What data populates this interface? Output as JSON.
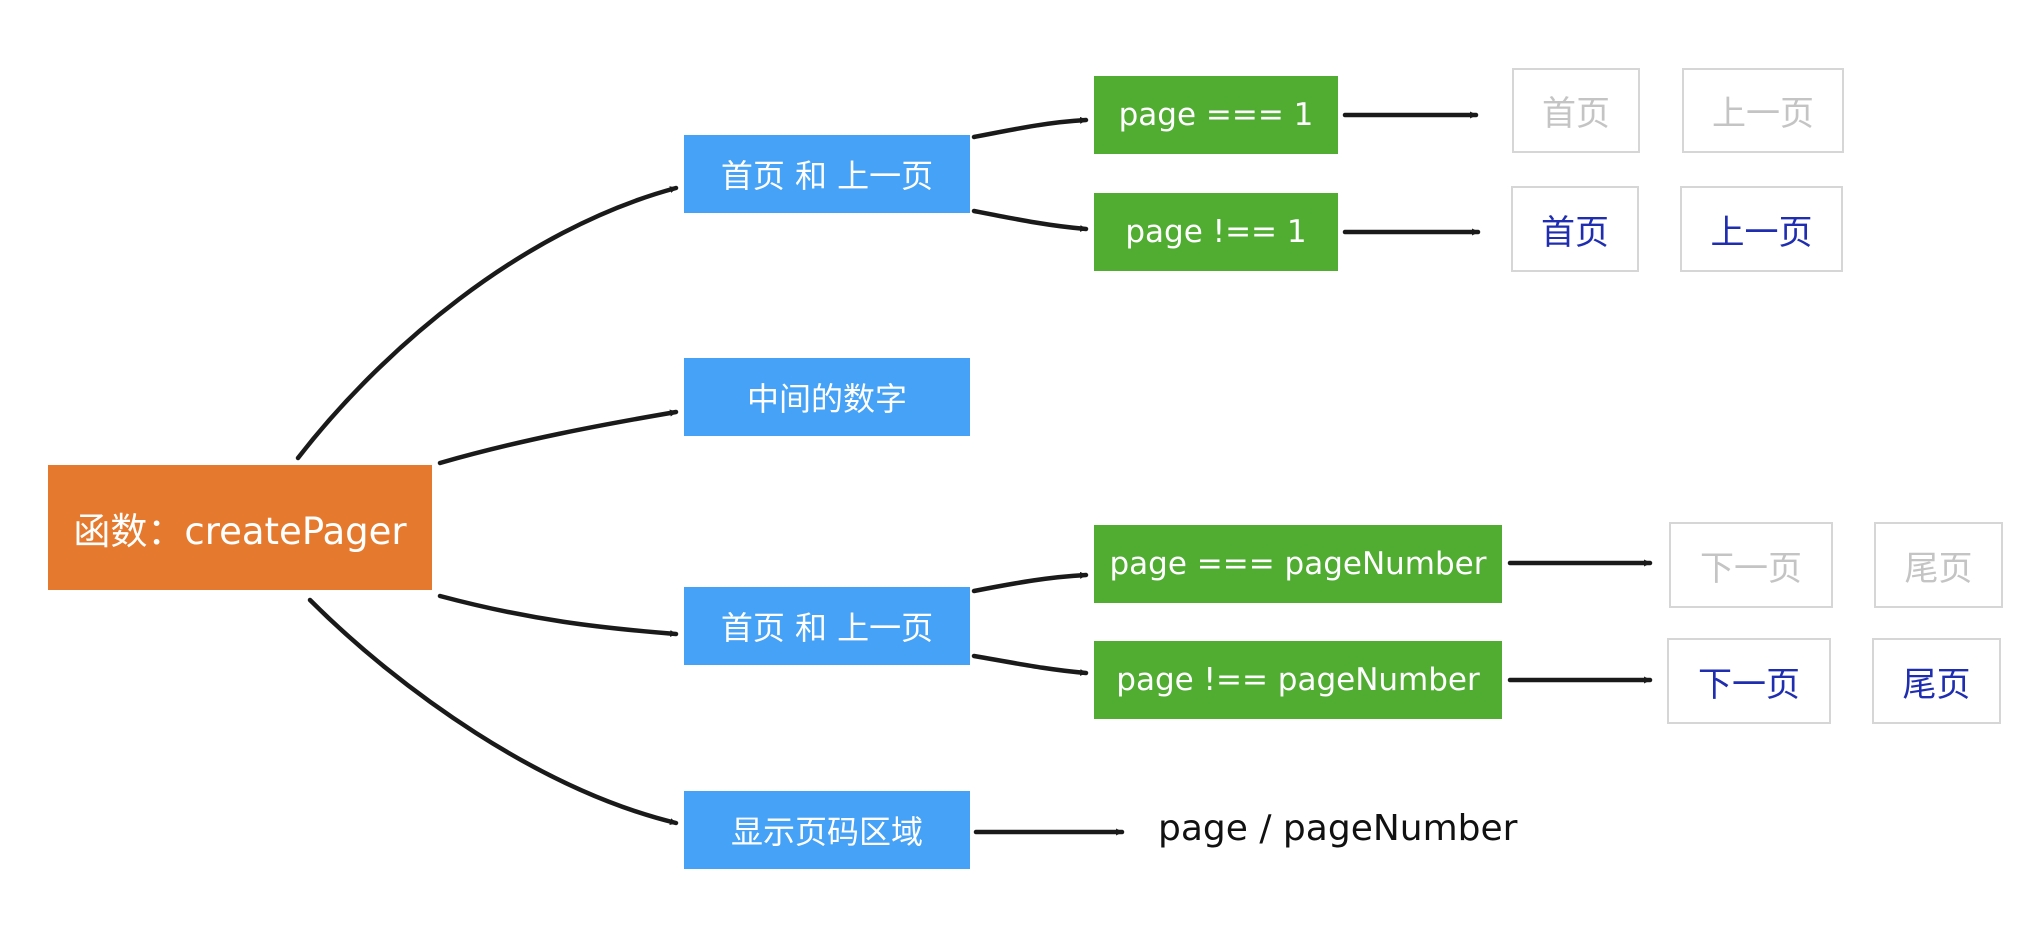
{
  "root": {
    "label": "函数：createPager"
  },
  "branches": {
    "first_prev": {
      "label": "首页 和 上一页"
    },
    "middle": {
      "label": "中间的数字"
    },
    "next_last": {
      "label": "首页 和 上一页"
    },
    "page_display": {
      "label": "显示页码区域"
    }
  },
  "conditions": {
    "first_page": "page === 1",
    "not_first_page": "page !== 1",
    "last_page": "page === pageNumber",
    "not_last_page": "page !== pageNumber"
  },
  "buttons": {
    "first_disabled": "首页",
    "prev_disabled": "上一页",
    "first_active": "首页",
    "prev_active": "上一页",
    "next_disabled": "下一页",
    "last_disabled": "尾页",
    "next_active": "下一页",
    "last_active": "尾页"
  },
  "page_display_text": "page / pageNumber",
  "colors": {
    "root": "#E57A2E",
    "branch": "#46A2F6",
    "condition": "#50AD32",
    "button_disabled_text": "#C4C4C4",
    "button_active_text": "#1F2EB0",
    "button_border": "#D6D6D6",
    "arrow": "#1a1a1a"
  }
}
